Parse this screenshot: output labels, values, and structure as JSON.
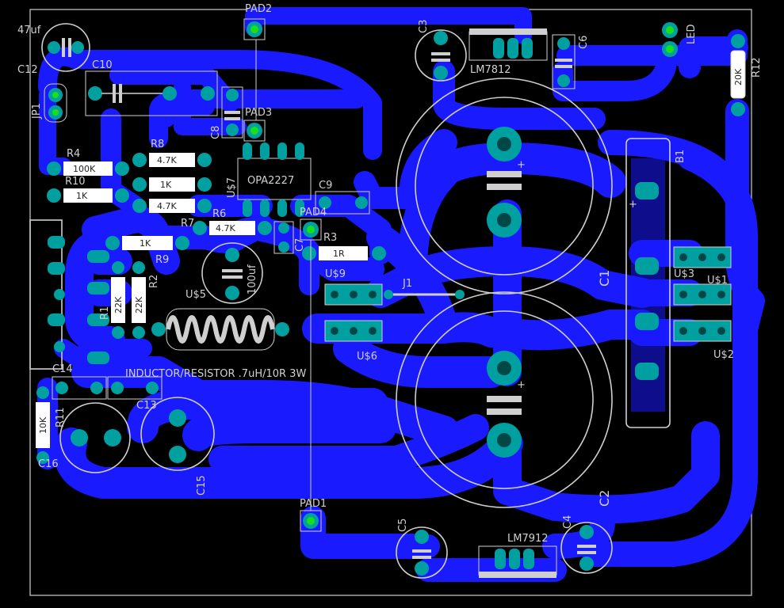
{
  "board": {
    "background": "#000000",
    "trace_color": "#1a1aff",
    "pad_color": "#00a0a0",
    "drill_color": "#19e019",
    "silk_color": "#cfcfcf"
  },
  "labels": {
    "pad2": "PAD2",
    "pad3": "PAD3",
    "pad4": "PAD4",
    "pad1": "PAD1",
    "cap47": "47uf",
    "c12": "C12",
    "c10": "C10",
    "jp1": "JP1",
    "c8": "C8",
    "c3": "C3",
    "lm7812": "LM7812",
    "c6": "C6",
    "led": "LED",
    "r12": "R12",
    "r12val": "20K",
    "b1": "B1",
    "r4": "R4",
    "r4val": "100K",
    "r10": "R10",
    "r10val": "1K",
    "r8": "R8",
    "r8val": "4.7K",
    "r5val": "1K",
    "r7": "R7",
    "r7val": "4.7K",
    "r6": "R6",
    "r6val": "4.7K",
    "u7": "U$7",
    "opa": "OPA2227",
    "c9": "C9",
    "c7": "C7",
    "r3": "R3",
    "r3val": "1R",
    "u9": "U$9",
    "r9": "R9",
    "r9val": "1K",
    "r1": "R1",
    "r1val": "22K",
    "r2": "R2",
    "r2val": "22K",
    "c100": "100uf",
    "u5": "U$5",
    "j1": "J1",
    "c1": "C1",
    "u3": "U$3",
    "u1": "U$1",
    "u2": "U$2",
    "u6": "U$6",
    "inductor": "INDUCTOR/RESISTOR .7uH/10R 3W",
    "c14": "C14",
    "c13": "C13",
    "r11": "R11",
    "r11val": "10K",
    "c16": "C16",
    "c15": "C15",
    "c2": "C2",
    "c5": "C5",
    "c4": "C4",
    "lm7912": "LM7912"
  }
}
